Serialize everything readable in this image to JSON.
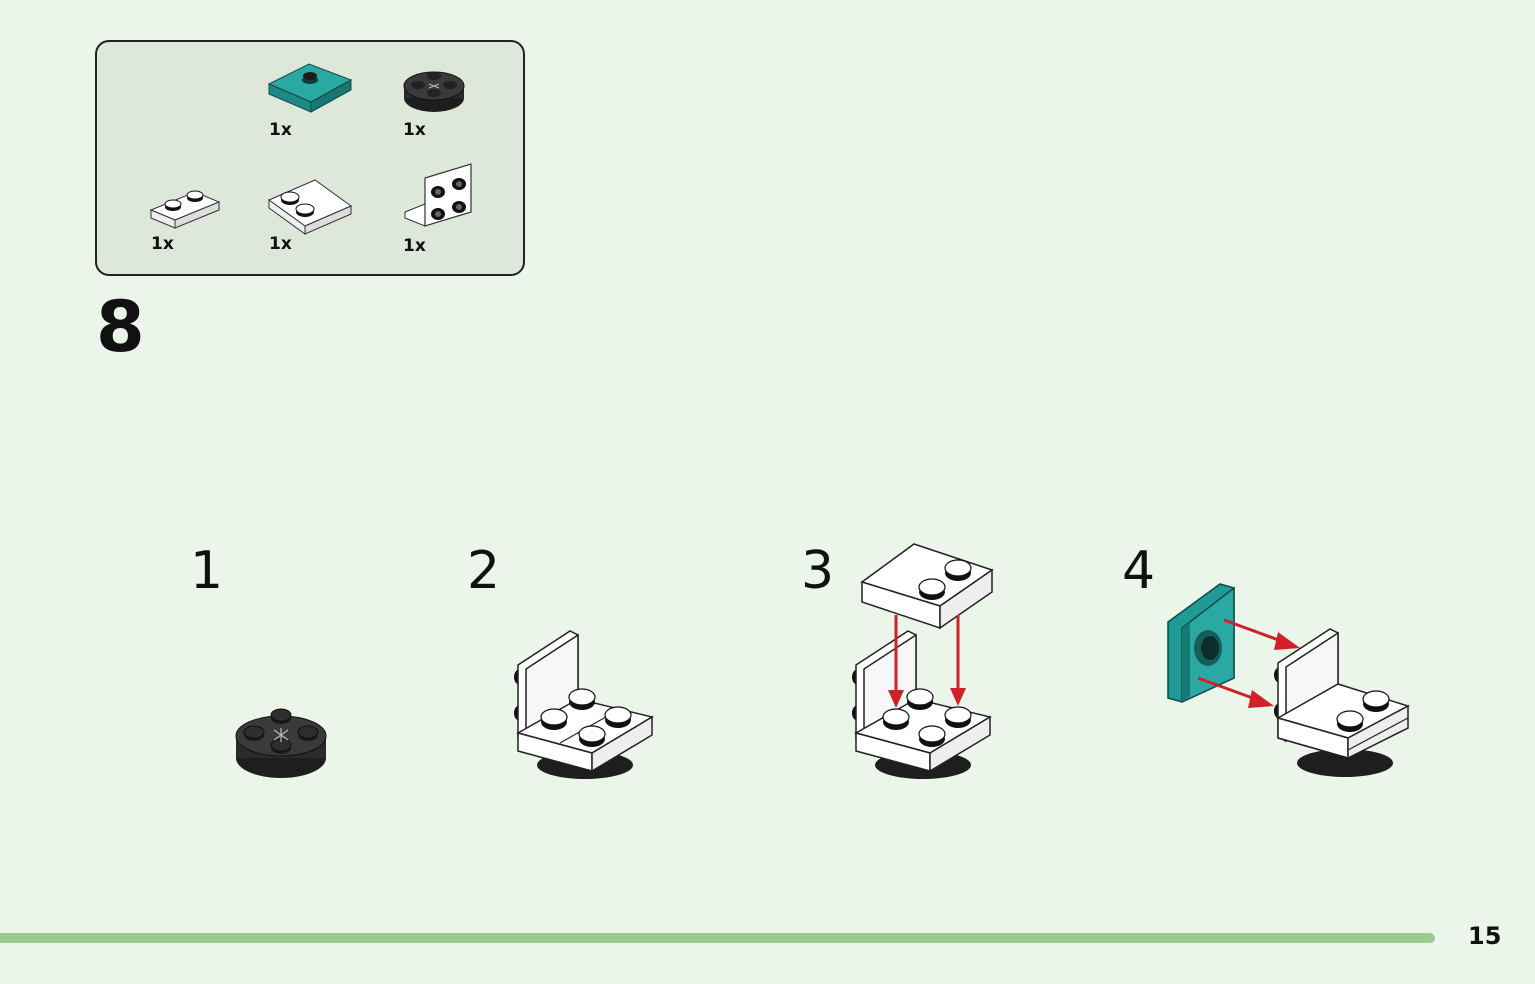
{
  "colors": {
    "background": "#ebf5ea",
    "parts_box_bg": "#dde8db",
    "teal": "#1f9a94",
    "black_part": "#2b2b2b",
    "white_part": "#ffffff",
    "arrow_red": "#d0202a",
    "footer_bar": "#9acb8c"
  },
  "parts_list": {
    "items": [
      {
        "icon": "teal-tile-with-stud-icon",
        "qty": "1x"
      },
      {
        "icon": "black-round-plate-icon",
        "qty": "1x"
      },
      {
        "icon": "white-plate-1x2-icon",
        "qty": "1x"
      },
      {
        "icon": "white-plate-2x2-icon",
        "qty": "1x"
      },
      {
        "icon": "white-bracket-icon",
        "qty": "1x"
      }
    ]
  },
  "step": {
    "number": "8",
    "substeps": [
      {
        "number": "1"
      },
      {
        "number": "2"
      },
      {
        "number": "3"
      },
      {
        "number": "4"
      }
    ]
  },
  "page": {
    "number": "15"
  }
}
